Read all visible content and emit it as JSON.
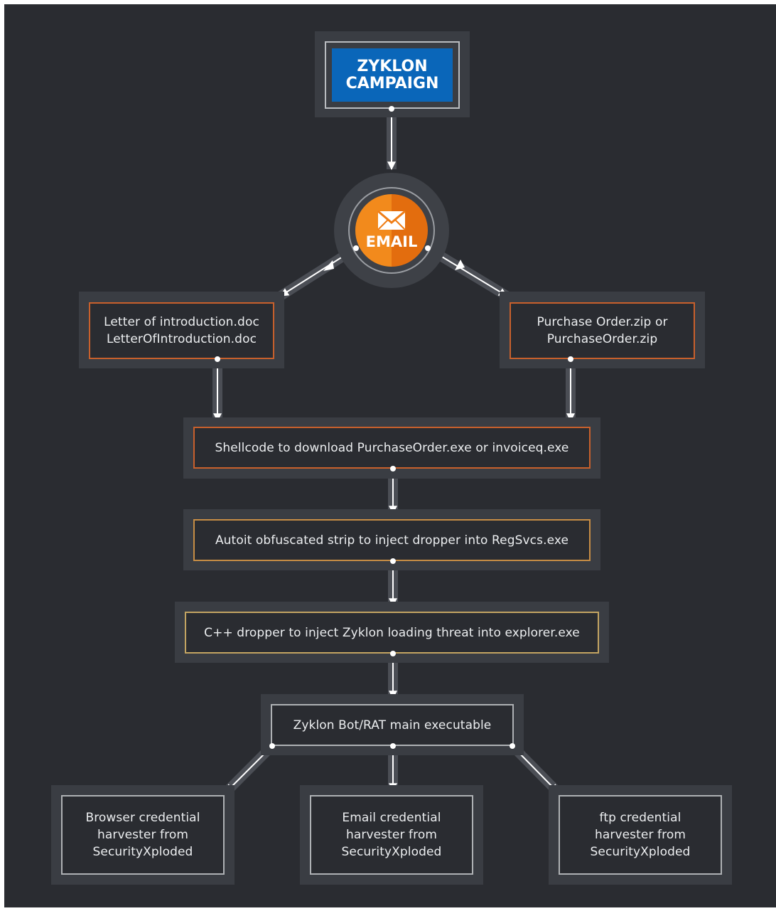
{
  "title": {
    "line1": "ZYKLON",
    "line2": "CAMPAIGN"
  },
  "email": {
    "label": "EMAIL",
    "icon": "envelope-icon"
  },
  "attachments": {
    "left": {
      "line1": "Letter of introduction.doc",
      "line2": "LetterOfIntroduction.doc"
    },
    "right": {
      "line1": "Purchase Order.zip or",
      "line2": "PurchaseOrder.zip"
    }
  },
  "chain": {
    "shellcode": "Shellcode to download PurchaseOrder.exe or invoiceq.exe",
    "autoit": "Autoit obfuscated strip to inject dropper into RegSvcs.exe",
    "dropper": "C++ dropper to inject Zyklon loading threat into explorer.exe",
    "main": "Zyklon Bot/RAT main executable"
  },
  "harvesters": [
    {
      "line1": "Browser credential",
      "line2": "harvester from",
      "line3": "SecurityXploded"
    },
    {
      "line1": "Email credential",
      "line2": "harvester from",
      "line3": "SecurityXploded"
    },
    {
      "line1": "ftp credential",
      "line2": "harvester from",
      "line3": "SecurityXploded"
    }
  ],
  "colors": {
    "background": "#2a2c31",
    "panel": "#3a3d43",
    "title_fill": "#0a66b9",
    "email_orange": "#f28a1c",
    "border_orange": "#c8602c",
    "border_gold": "#c78d45",
    "connector": "#ffffff"
  }
}
